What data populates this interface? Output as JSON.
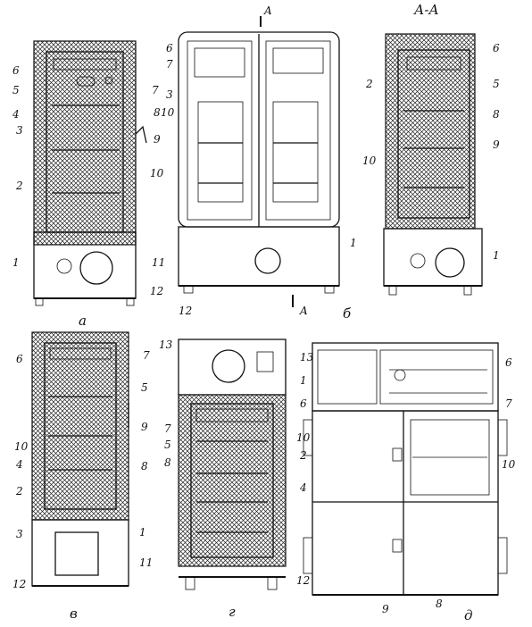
{
  "figures": [
    {
      "id": "a",
      "caption": "а",
      "labels": [
        "6",
        "5",
        "4",
        "3",
        "2",
        "1",
        "7",
        "8",
        "9",
        "10",
        "11",
        "12"
      ]
    },
    {
      "id": "b",
      "caption": "б",
      "labels": [
        "6",
        "7",
        "3",
        "10",
        "1",
        "12"
      ],
      "section_mark": "A"
    },
    {
      "id": "aa",
      "caption": "А-А",
      "labels": [
        "2",
        "10",
        "6",
        "5",
        "8",
        "9",
        "1"
      ]
    },
    {
      "id": "v",
      "caption": "в",
      "labels": [
        "6",
        "10",
        "4",
        "2",
        "3",
        "12",
        "7",
        "5",
        "9",
        "8",
        "1",
        "11"
      ]
    },
    {
      "id": "g",
      "caption": "г",
      "labels": [
        "13",
        "7",
        "5",
        "8",
        "1",
        "6",
        "10",
        "2",
        "4",
        "12"
      ]
    },
    {
      "id": "d",
      "caption": "д",
      "labels": [
        "13",
        "6",
        "7",
        "10",
        "9",
        "8"
      ]
    }
  ]
}
